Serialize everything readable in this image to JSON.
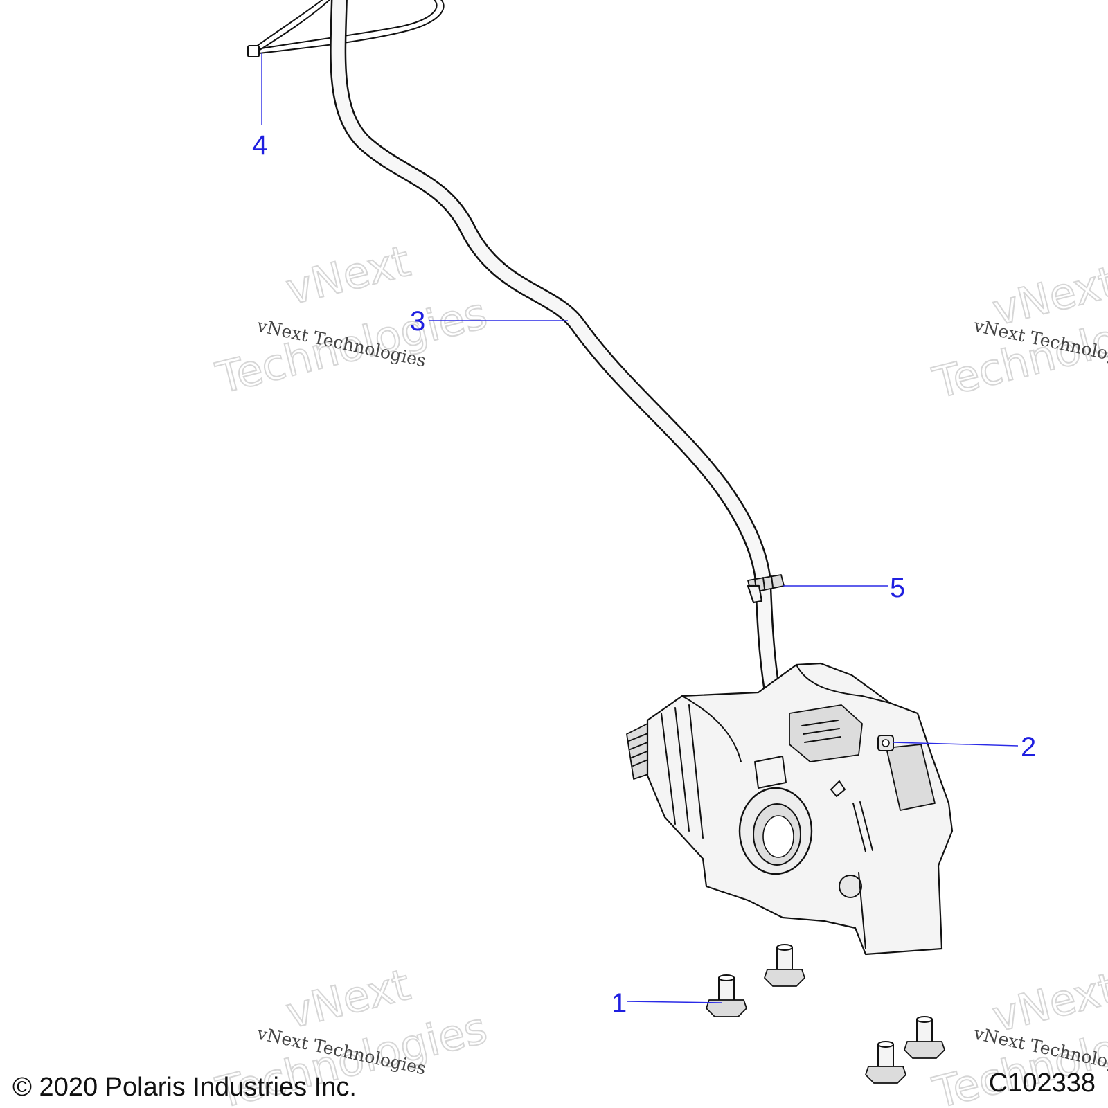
{
  "callouts": [
    {
      "number": "1"
    },
    {
      "number": "2"
    },
    {
      "number": "3"
    },
    {
      "number": "4"
    },
    {
      "number": "5"
    }
  ],
  "watermark": {
    "small": "vNext Technologies",
    "big_line1": "vNext",
    "big_line2": "Technologies"
  },
  "footer": {
    "copyright": "© 2020 Polaris Industries Inc.",
    "diagram_code": "C102338"
  },
  "colors": {
    "callout": "#1f1fe0",
    "outline": "#111111",
    "watermark": "#d6d6d6"
  }
}
